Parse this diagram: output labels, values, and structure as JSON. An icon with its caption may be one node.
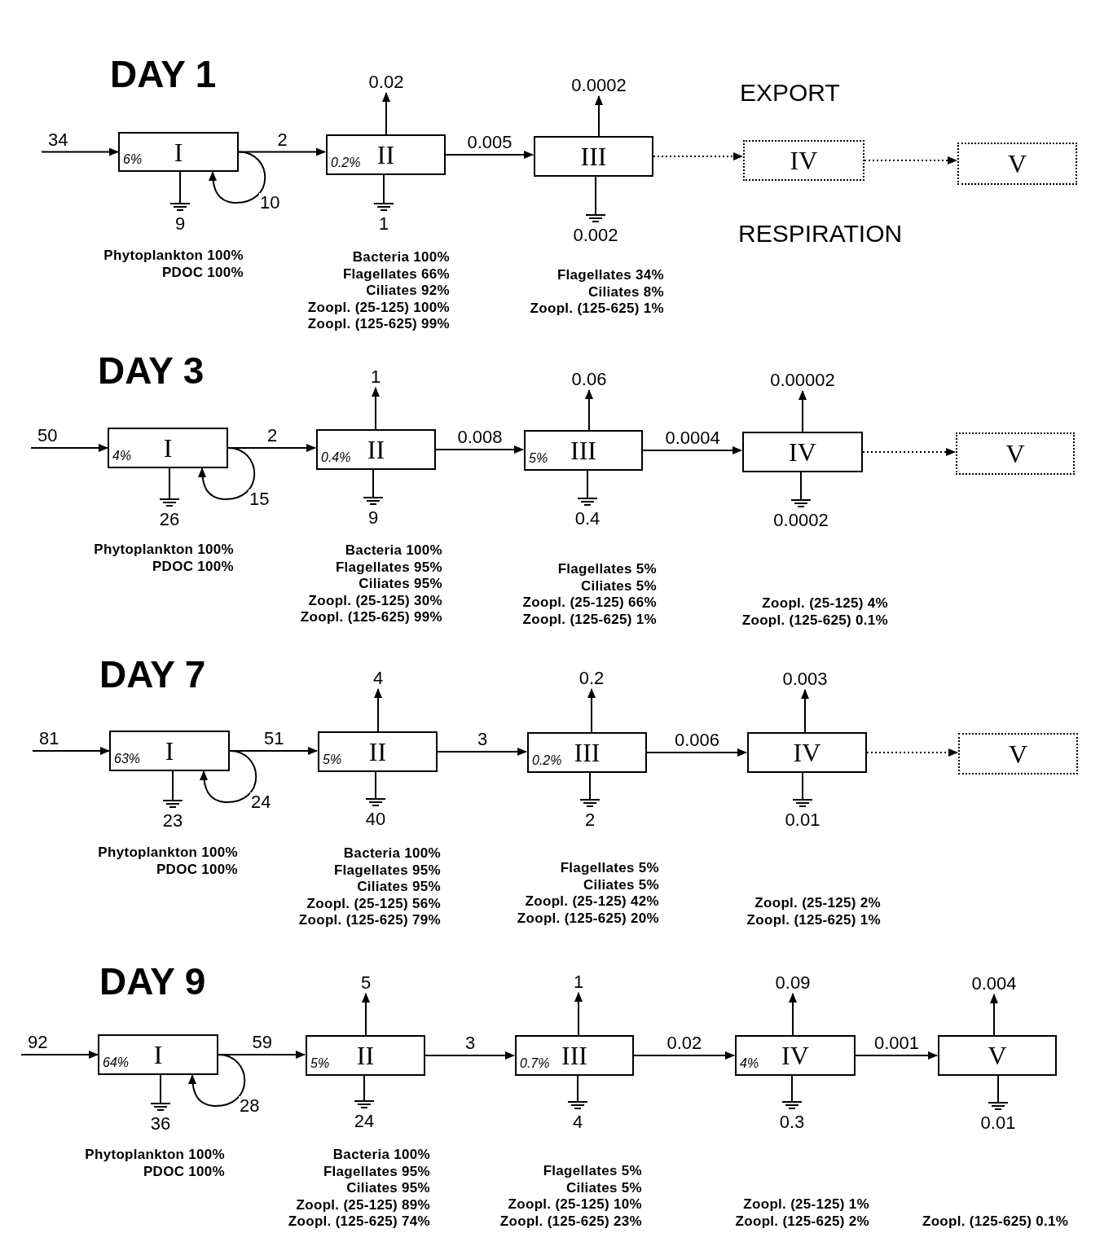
{
  "diagram": {
    "nodes": [
      {
        "text": [
          "6%",
          "I"
        ],
        "beside": [
          "Phytoplankton 100%",
          "PDOC 100%"
        ]
      },
      {
        "text": [
          "9"
        ]
      },
      {
        "text": [
          "0.2%",
          "II"
        ],
        "beside": [
          "Bacteria 100%",
          "Flagellates 66%",
          "Ciliates 92%",
          "Zoopl. (25-125) 100%",
          "Zoopl. (125-625) 99%"
        ]
      },
      {
        "text": [
          "0.02"
        ]
      },
      {
        "text": [
          "1"
        ]
      },
      {
        "text": [
          "III"
        ],
        "beside": [
          "Flagellates 34%",
          "Ciliates 8%",
          "Zoopl. (125-625) 1%"
        ]
      },
      {
        "text": [
          "0.0002"
        ]
      },
      {
        "text": [
          "0.002"
        ]
      },
      {
        "text": [
          "IV"
        ]
      },
      {
        "text": [
          "V"
        ]
      },
      {
        "text": [
          "4%",
          "I"
        ],
        "beside": [
          "Phytoplankton 100%",
          "PDOC 100%"
        ]
      },
      {
        "text": [
          "26"
        ]
      },
      {
        "text": [
          "0.4%",
          "II"
        ],
        "beside": [
          "Bacteria 100%",
          "Flagellates 95%",
          "Ciliates 95%",
          "Zoopl. (25-125) 30%",
          "Zoopl. (125-625) 99%"
        ]
      },
      {
        "text": [
          "1"
        ]
      },
      {
        "text": [
          "9"
        ]
      },
      {
        "text": [
          "5%",
          "III"
        ],
        "beside": [
          "Flagellates 5%",
          "Ciliates 5%",
          "Zoopl. (25-125) 66%",
          "Zoopl. (125-625) 1%"
        ]
      },
      {
        "text": [
          "0.06"
        ]
      },
      {
        "text": [
          "0.4"
        ]
      },
      {
        "text": [
          "IV"
        ],
        "beside": [
          "Zoopl. (25-125) 4%",
          "Zoopl. (125-625) 0.1%"
        ]
      },
      {
        "text": [
          "0.00002"
        ]
      },
      {
        "text": [
          "0.0002"
        ]
      },
      {
        "text": [
          "V"
        ]
      },
      {
        "text": [
          "63%",
          "I"
        ],
        "beside": [
          "Phytoplankton 100%",
          "PDOC 100%"
        ]
      },
      {
        "text": [
          "23"
        ]
      },
      {
        "text": [
          "5%",
          "II"
        ],
        "beside": [
          "Bacteria 100%",
          "Flagellates 95%",
          "Ciliates 95%",
          "Zoopl. (25-125) 56%",
          "Zoopl. (125-625) 79%"
        ]
      },
      {
        "text": [
          "4"
        ]
      },
      {
        "text": [
          "40"
        ]
      },
      {
        "text": [
          "0.2%",
          "III"
        ],
        "beside": [
          "Flagellates 5%",
          "Ciliates 5%",
          "Zoopl. (25-125) 42%",
          "Zoopl. (125-625) 20%"
        ]
      },
      {
        "text": [
          "0.2"
        ]
      },
      {
        "text": [
          "2"
        ]
      },
      {
        "text": [
          "IV"
        ],
        "beside": [
          "Zoopl. (25-125) 2%",
          "Zoopl. (125-625) 1%"
        ]
      },
      {
        "text": [
          "0.003"
        ]
      },
      {
        "text": [
          "0.01"
        ]
      },
      {
        "text": [
          "V"
        ]
      },
      {
        "text": [
          "64%",
          "I"
        ],
        "beside": [
          "Phytoplankton 100%",
          "PDOC 100%"
        ]
      },
      {
        "text": [
          "36"
        ]
      },
      {
        "text": [
          "5%",
          "II"
        ],
        "beside": [
          "Bacteria 100%",
          "Flagellates 95%",
          "Ciliates 95%",
          "Zoopl. (25-125) 89%",
          "Zoopl. (125-625) 74%"
        ]
      },
      {
        "text": [
          "5"
        ]
      },
      {
        "text": [
          "24"
        ]
      },
      {
        "text": [
          "0.7%",
          "III"
        ],
        "beside": [
          "Flagellates 5%",
          "Ciliates 5%",
          "Zoopl. (25-125) 10%",
          "Zoopl. (125-625) 23%"
        ]
      },
      {
        "text": [
          "1"
        ]
      },
      {
        "text": [
          "4"
        ]
      },
      {
        "text": [
          "4%",
          "IV"
        ],
        "beside": [
          "Zoopl. (25-125) 1%",
          "Zoopl. (125-625) 2%"
        ]
      },
      {
        "text": [
          "0.09"
        ]
      },
      {
        "text": [
          "0.3"
        ]
      },
      {
        "text": [
          "V"
        ]
      },
      {
        "text": [
          "0.004"
        ]
      },
      {
        "text": [
          "0.01"
        ]
      }
    ],
    "edges": [
      {
        "from": null,
        "to": 0,
        "arrow": "to",
        "label": "34"
      },
      {
        "from": 0,
        "to": 2,
        "arrow": "to",
        "label": "2"
      },
      {
        "from": 0,
        "to": 0,
        "arrow": "to",
        "label": "10"
      },
      {
        "from": 0,
        "to": 1,
        "arrow": "other"
      },
      {
        "from": 2,
        "to": 3,
        "arrow": "to"
      },
      {
        "from": 2,
        "to": 4,
        "arrow": "other"
      },
      {
        "from": 2,
        "to": 5,
        "arrow": "to",
        "label": "0.005"
      },
      {
        "from": 5,
        "to": 6,
        "arrow": "to"
      },
      {
        "from": 5,
        "to": 7,
        "arrow": "other"
      },
      {
        "from": 5,
        "to": 8,
        "arrow": "to",
        "style": "dashed"
      },
      {
        "from": 8,
        "to": 9,
        "arrow": "to",
        "style": "dashed"
      },
      {
        "from": null,
        "to": 10,
        "arrow": "to",
        "label": "50"
      },
      {
        "from": 10,
        "to": 12,
        "arrow": "to",
        "label": "2"
      },
      {
        "from": 10,
        "to": 10,
        "arrow": "to",
        "label": "15"
      },
      {
        "from": 10,
        "to": 11,
        "arrow": "other"
      },
      {
        "from": 12,
        "to": 13,
        "arrow": "to"
      },
      {
        "from": 12,
        "to": 14,
        "arrow": "other"
      },
      {
        "from": 12,
        "to": 15,
        "arrow": "to",
        "label": "0.008"
      },
      {
        "from": 15,
        "to": 16,
        "arrow": "to"
      },
      {
        "from": 15,
        "to": 17,
        "arrow": "other"
      },
      {
        "from": 15,
        "to": 18,
        "arrow": "to",
        "label": "0.0004"
      },
      {
        "from": 18,
        "to": 19,
        "arrow": "to"
      },
      {
        "from": 18,
        "to": 20,
        "arrow": "other"
      },
      {
        "from": 18,
        "to": 21,
        "arrow": "to",
        "style": "dashed"
      },
      {
        "from": null,
        "to": 22,
        "arrow": "to",
        "label": "81"
      },
      {
        "from": 22,
        "to": 24,
        "arrow": "to",
        "label": "51"
      },
      {
        "from": 22,
        "to": 22,
        "arrow": "to",
        "label": "24"
      },
      {
        "from": 22,
        "to": 23,
        "arrow": "other"
      },
      {
        "from": 24,
        "to": 25,
        "arrow": "to"
      },
      {
        "from": 24,
        "to": 26,
        "arrow": "other"
      },
      {
        "from": 24,
        "to": 27,
        "arrow": "to",
        "label": "3"
      },
      {
        "from": 27,
        "to": 28,
        "arrow": "to"
      },
      {
        "from": 27,
        "to": 29,
        "arrow": "other"
      },
      {
        "from": 27,
        "to": 30,
        "arrow": "to",
        "label": "0.006"
      },
      {
        "from": 30,
        "to": 31,
        "arrow": "to"
      },
      {
        "from": 30,
        "to": 32,
        "arrow": "other"
      },
      {
        "from": 30,
        "to": 33,
        "arrow": "to",
        "style": "dashed"
      },
      {
        "from": null,
        "to": 34,
        "arrow": "to",
        "label": "92"
      },
      {
        "from": 34,
        "to": 36,
        "arrow": "to",
        "label": "59"
      },
      {
        "from": 34,
        "to": 34,
        "arrow": "to",
        "label": "28"
      },
      {
        "from": 34,
        "to": 35,
        "arrow": "other"
      },
      {
        "from": 36,
        "to": 37,
        "arrow": "to"
      },
      {
        "from": 36,
        "to": 38,
        "arrow": "other"
      },
      {
        "from": 36,
        "to": 39,
        "arrow": "to",
        "label": "3"
      },
      {
        "from": 39,
        "to": 40,
        "arrow": "to"
      },
      {
        "from": 39,
        "to": 41,
        "arrow": "other"
      },
      {
        "from": 39,
        "to": 42,
        "arrow": "to",
        "label": "0.02"
      },
      {
        "from": 42,
        "to": 43,
        "arrow": "to"
      },
      {
        "from": 42,
        "to": 44,
        "arrow": "other"
      },
      {
        "from": 42,
        "to": 45,
        "arrow": "to",
        "label": "0.001"
      },
      {
        "from": 45,
        "to": 46,
        "arrow": "to"
      },
      {
        "from": 45,
        "to": 47,
        "arrow": "other"
      }
    ],
    "labels": [
      "DAY 1",
      "EXPORT",
      "RESPIRATION",
      "DAY 3",
      "DAY 7",
      "DAY 9",
      "Zoopl. (125-625) 0.1%"
    ]
  }
}
